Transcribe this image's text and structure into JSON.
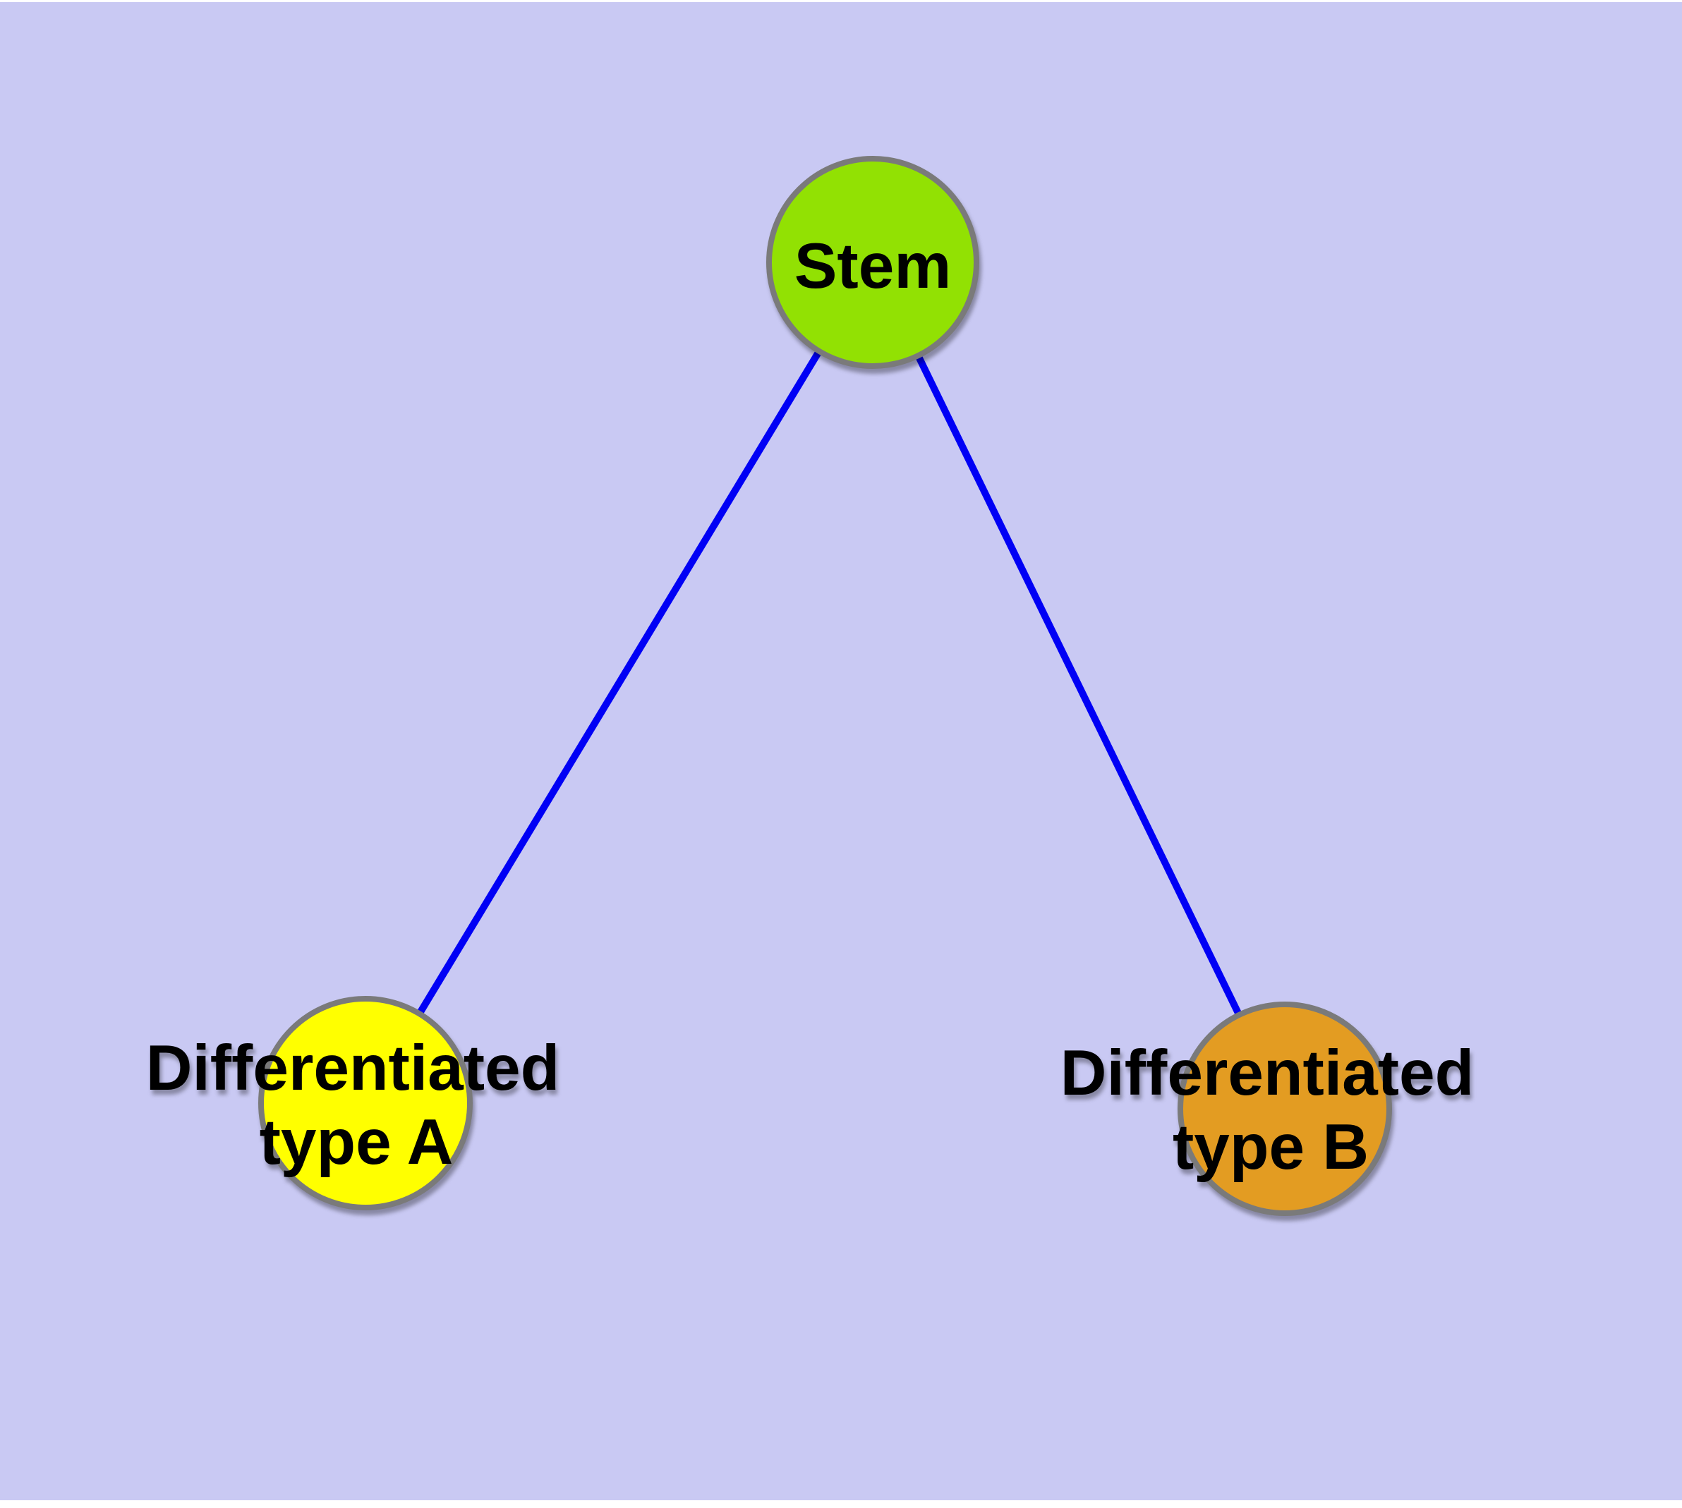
{
  "diagram": {
    "type": "node-link-graph",
    "background_color": "#c9c9f3",
    "page_margin_color": "#ffffff",
    "edge_color": "#0000f5",
    "node_border_color": "#7a7a7a",
    "label_color": "#000000",
    "nodes": {
      "stem": {
        "label": "Stem",
        "fill_color": "#92e103"
      },
      "type_a": {
        "label_line1": "Differentiated",
        "label_line2": "type A",
        "fill_color": "#ffff00"
      },
      "type_b": {
        "label_line1": "Differentiated",
        "label_line2": "type B",
        "fill_color": "#e39c22"
      }
    },
    "edges": [
      {
        "from": "Stem",
        "to": "Differentiated type A"
      },
      {
        "from": "Stem",
        "to": "Differentiated type B"
      }
    ]
  }
}
